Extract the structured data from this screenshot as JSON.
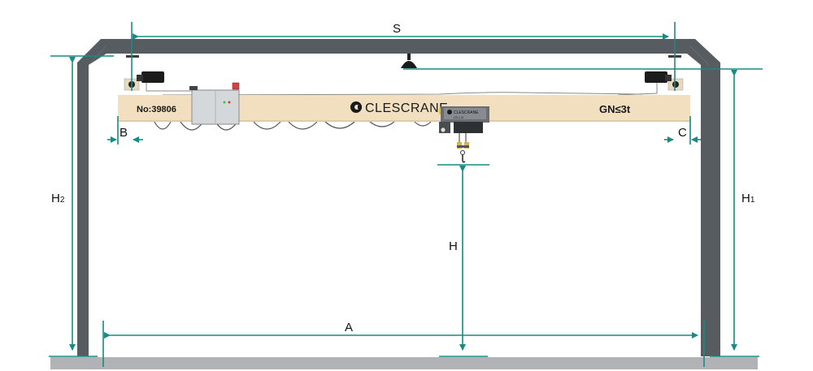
{
  "diagram": {
    "title": "Single girder overhead crane dimension diagram",
    "colors": {
      "dimension": "#1a8a84",
      "frame": "#575c61",
      "floor": "#b0b2b5",
      "beam": "#f2dfc0",
      "hoist": "#6a6e72"
    },
    "beam": {
      "serial": "No:39806",
      "brand": "CLESCRANE",
      "capacity": "GN≤3t"
    },
    "hoist": {
      "brand": "CLESCRANE",
      "model": "CD 1.3t"
    },
    "dimensions": {
      "span": "S",
      "rail_span": "A",
      "left_clearance": "B",
      "right_clearance": "C",
      "lift_height": "H",
      "rail_height": "H",
      "rail_height_sub": "1",
      "building_height": "H",
      "building_height_sub": "2"
    }
  }
}
